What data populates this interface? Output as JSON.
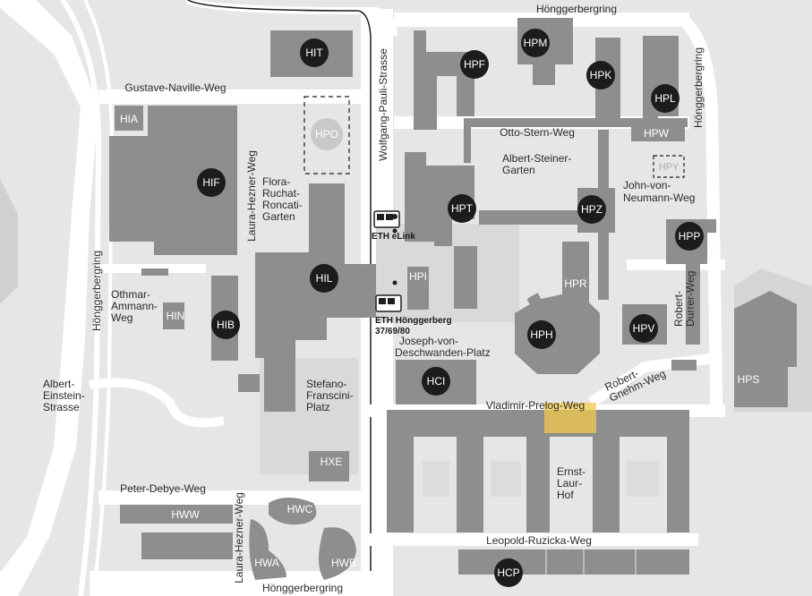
{
  "colors": {
    "background": "#e6e6e6",
    "road": "#ffffff",
    "building": "#8e8e8e",
    "marker": "#1c1c1c",
    "highlight": "#f2c94c"
  },
  "streets": {
    "honggerbergring_top": "Hönggerbergring",
    "honggerbergring_bottom": "Hönggerbergring",
    "honggerbergring_right": "Hönggerbergring",
    "honggerbergring_left": "Hönggerbergring",
    "gustave_naville": "Gustave-Naville-Weg",
    "wolfgang_pauli": "Wolfgang-Pauli-Strasse",
    "otto_stern": "Otto-Stern-Weg",
    "john_von_neumann": [
      "John-von-",
      "Neumann-Weg"
    ],
    "albert_steiner": [
      "Albert-Steiner-",
      "Garten"
    ],
    "flora_ruchat": [
      "Flora-",
      "Ruchat-",
      "Roncati-",
      "Garten"
    ],
    "laura_hezner_upper": "Laura-Hezner-Weg",
    "laura_hezner_lower": "Laura-Hezner-Weg",
    "othmar_ammann": [
      "Othmar-",
      "Ammann-",
      "Weg"
    ],
    "albert_einstein": [
      "Albert-",
      "Einstein-",
      "Strasse"
    ],
    "joseph_von_deschwanden": [
      "Joseph-von-",
      "Deschwanden-Platz"
    ],
    "robert_durrer": [
      "Robert-",
      "Durrer-Weg"
    ],
    "robert_gnehm": [
      "Robert-",
      "Gnehm-Weg"
    ],
    "stefano_franscini": [
      "Stefano-",
      "Franscini-",
      "Platz"
    ],
    "vladimir_prelog": "Vladimir-Prelog-Weg",
    "ernst_laur": [
      "Ernst-",
      "Laur-",
      "Hof"
    ],
    "peter_debye": "Peter-Debye-Weg",
    "leopold_ruzicka": "Leopold-Ruzicka-Weg"
  },
  "stops": {
    "elink": "ETH eLink",
    "hongg_name": "ETH Hönggerberg",
    "hongg_lines": "37/69/80"
  },
  "markers": {
    "HIT": "HIT",
    "HPM": "HPM",
    "HPF": "HPF",
    "HPK": "HPK",
    "HPL": "HPL",
    "HIF": "HIF",
    "HIL": "HIL",
    "HIB": "HIB",
    "HPT": "HPT",
    "HPZ": "HPZ",
    "HPP": "HPP",
    "HPH": "HPH",
    "HPV": "HPV",
    "HCI": "HCI",
    "HCP": "HCP"
  },
  "plain_codes": {
    "HIA": "HIA",
    "HIN": "HIN",
    "HPW": "HPW",
    "HPI": "HPI",
    "HPR": "HPR",
    "HPS": "HPS",
    "HXE": "HXE",
    "HWW": "HWW",
    "HWC": "HWC",
    "HWA": "HWA",
    "HWB": "HWB"
  },
  "planned_codes": {
    "HPO": "HPO",
    "HPY": "HPY"
  }
}
